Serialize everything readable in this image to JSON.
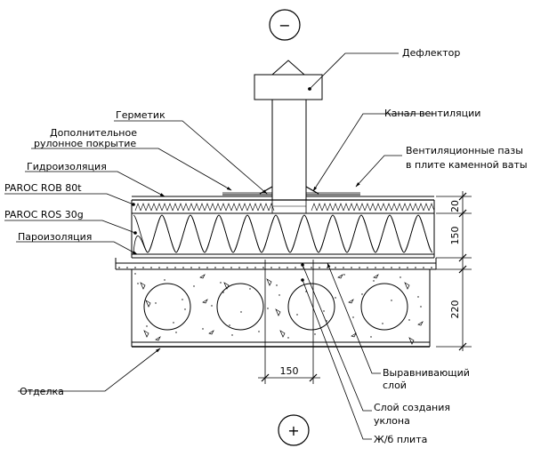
{
  "labels": {
    "deflector": "Дефлектор",
    "sealant": "Герметик",
    "vent_channel": "Канал вентиляции",
    "additional_roll_1": "Дополнительное",
    "additional_roll_2": "рулонное покрытие",
    "vent_grooves_1": "Вентиляционные пазы",
    "vent_grooves_2": "в плите каменной ваты",
    "waterproofing": "Гидроизоляция",
    "paroc_rob": "PAROC ROB 80t",
    "paroc_ros": "PAROC ROS 30g",
    "vapor_barrier": "Пароизоляция",
    "leveling_1": "Выравнивающий",
    "leveling_2": "слой",
    "finish": "Отделка",
    "slope_1": "Слой создания",
    "slope_2": "уклона",
    "slab": "Ж/б плита"
  },
  "dimensions": {
    "top_layer": "20",
    "insulation": "150",
    "slab": "220",
    "channel_width": "150"
  },
  "symbols": {
    "minus": "−",
    "plus": "+"
  }
}
